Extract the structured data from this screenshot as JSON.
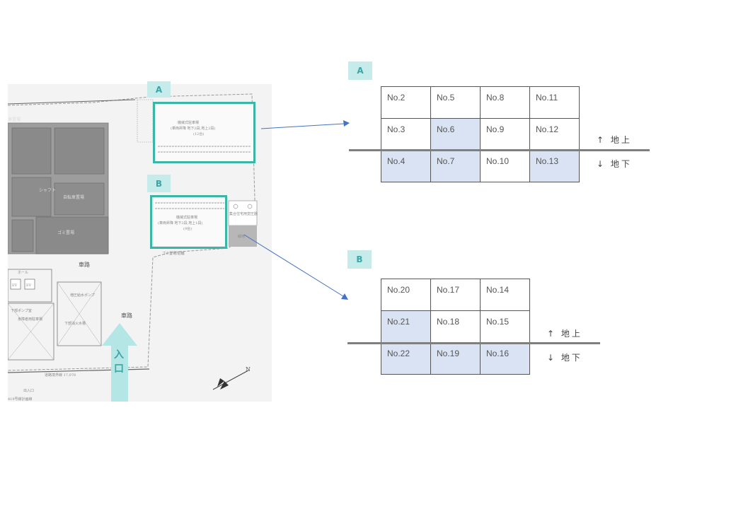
{
  "site_plan": {
    "labels": {
      "parking_left": "車置場",
      "shaft": "シャフト",
      "parking_roof": "自転車置場",
      "garbage": "ゴミ置場",
      "ev1": "EV",
      "ev2": "EV",
      "hall": "ホール",
      "road1": "車路",
      "road2": "車路",
      "booster": "増圧給水ポンプ",
      "pump_room": "下部ポンプ室",
      "disabled_parking": "身障者用駐車場",
      "tank": "下部消火水槽",
      "boundary": "道路境界線 17,078",
      "exit": "出入口",
      "plan_line": "419号線計画線",
      "transformer": "集合住宅用変圧器",
      "garbage_station": "ゴミ置場/駐輪",
      "mech_a": "機械式駐車場",
      "mech_a_sub": "(車両昇降 地下2段,地上2段)",
      "mech_a_count": "(12台)",
      "mech_b": "機械式駐車場",
      "mech_b_sub": "(車両昇降 地下2段,地上1段)",
      "mech_b_count": "(9台)",
      "green": "緑地",
      "north": "N"
    },
    "badge_a": "A",
    "badge_b": "B",
    "entrance": "入口"
  },
  "grid_a": {
    "badge": "A",
    "rows": [
      [
        {
          "label": "No.2",
          "hl": false
        },
        {
          "label": "No.5",
          "hl": false
        },
        {
          "label": "No.8",
          "hl": false
        },
        {
          "label": "No.11",
          "hl": false
        }
      ],
      [
        {
          "label": "No.3",
          "hl": false
        },
        {
          "label": "No.6",
          "hl": true
        },
        {
          "label": "No.9",
          "hl": false
        },
        {
          "label": "No.12",
          "hl": false
        }
      ],
      [
        {
          "label": "No.4",
          "hl": true
        },
        {
          "label": "No.7",
          "hl": true
        },
        {
          "label": "No.10",
          "hl": false
        },
        {
          "label": "No.13",
          "hl": true
        }
      ]
    ],
    "above": "↑ 地上",
    "below": "↓ 地下"
  },
  "grid_b": {
    "badge": "B",
    "rows": [
      [
        {
          "label": "No.20",
          "hl": false
        },
        {
          "label": "No.17",
          "hl": false
        },
        {
          "label": "No.14",
          "hl": false
        }
      ],
      [
        {
          "label": "No.21",
          "hl": true
        },
        {
          "label": "No.18",
          "hl": false
        },
        {
          "label": "No.15",
          "hl": false
        }
      ],
      [
        {
          "label": "No.22",
          "hl": true
        },
        {
          "label": "No.19",
          "hl": true
        },
        {
          "label": "No.16",
          "hl": true
        }
      ]
    ],
    "above": "↑ 地上",
    "below": "↓ 地下"
  },
  "colors": {
    "accent": "#3bb5a6",
    "badge_bg": "#c5ebeb",
    "highlight_cell": "#d9e3f3",
    "connector": "#4472c4",
    "ground_line": "#7f7f7f"
  }
}
